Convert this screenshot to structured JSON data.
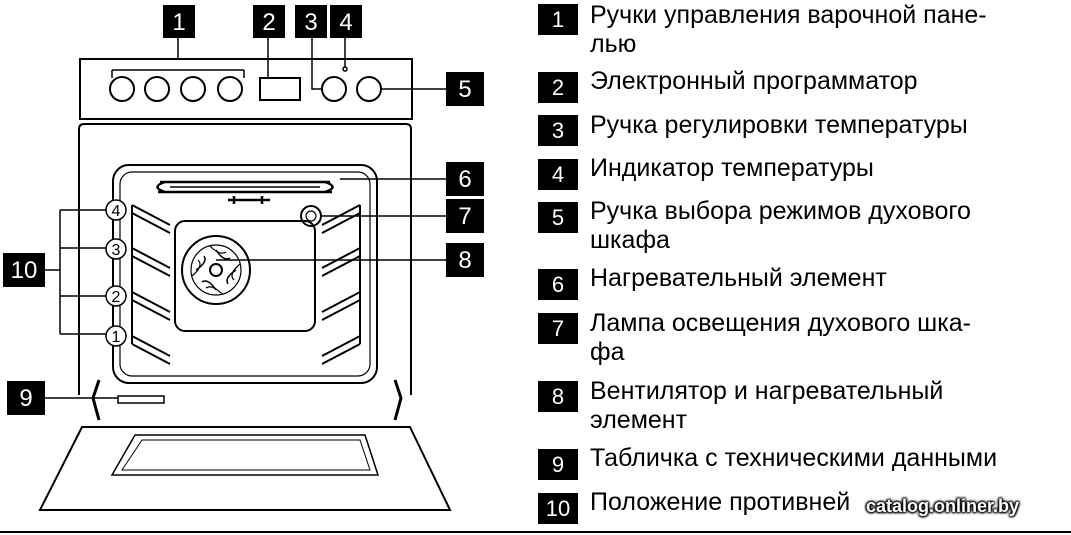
{
  "callouts": [
    "1",
    "2",
    "3",
    "4",
    "5",
    "6",
    "7",
    "8",
    "9",
    "10"
  ],
  "shelf_positions": [
    "1",
    "2",
    "3",
    "4"
  ],
  "legend": [
    {
      "num": "1",
      "text": "Ручки управления варочной пане-\nлью"
    },
    {
      "num": "2",
      "text": "Электронный программатор"
    },
    {
      "num": "3",
      "text": "Ручка регулировки температуры"
    },
    {
      "num": "4",
      "text": "Индикатор температуры"
    },
    {
      "num": "5",
      "text": "Ручка выбора режимов духового\nшкафа"
    },
    {
      "num": "6",
      "text": "Нагревательный элемент"
    },
    {
      "num": "7",
      "text": "Лампа освещения духового шка-\nфа"
    },
    {
      "num": "8",
      "text": "Вентилятор и нагревательный\nэлемент"
    },
    {
      "num": "9",
      "text": "Табличка с техническими данными"
    },
    {
      "num": "10",
      "text": "Положение противней"
    }
  ],
  "watermark": "catalog.onliner.by"
}
